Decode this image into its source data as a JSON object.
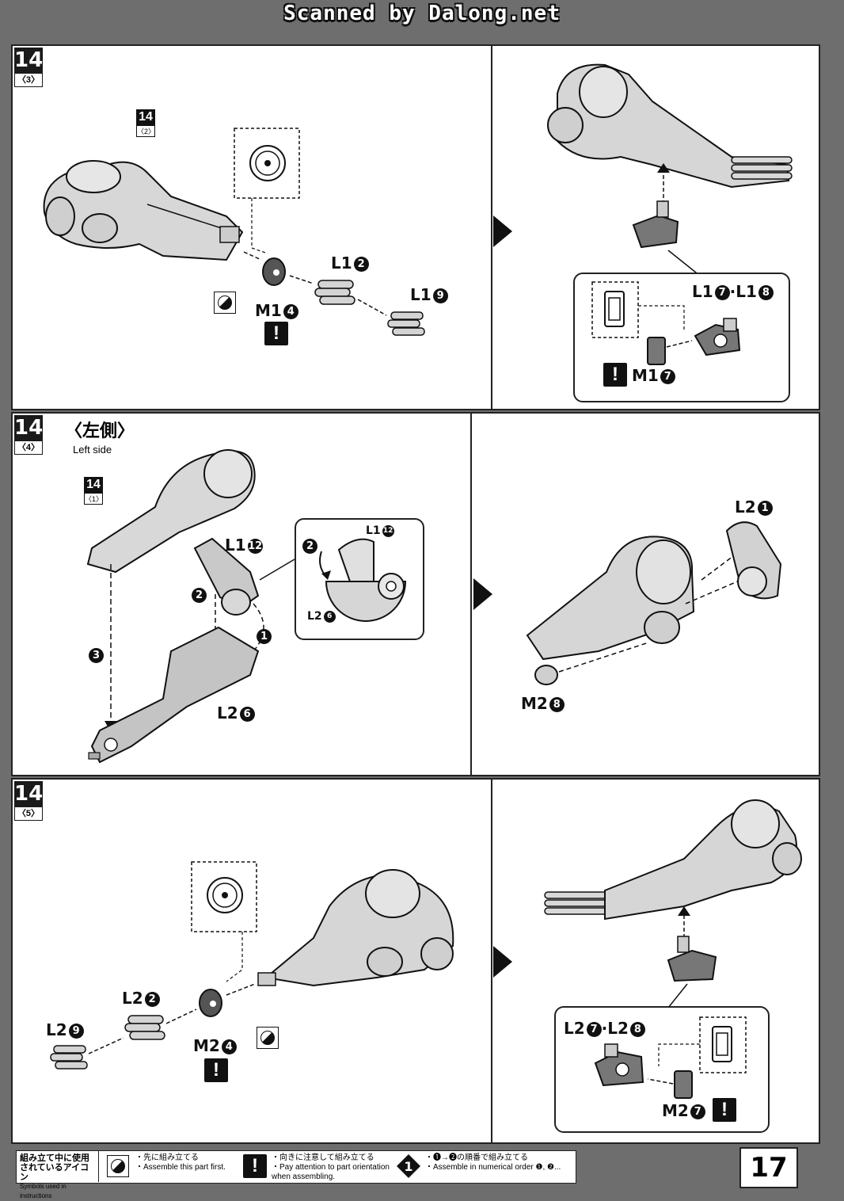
{
  "watermark": "Scanned by Dalong.net",
  "page_number": "17",
  "panels": [
    {
      "step": "14",
      "sub": "〈3〉",
      "ref_step": "14",
      "ref_sub": "〈2〉",
      "labels": {
        "l1_2": "L1",
        "l1_9": "L1",
        "m1_4": "M1",
        "l1_7_l1_8": "L1",
        "l1_8": "·L1",
        "m1_7": "M1"
      },
      "nums": {
        "n2": "2",
        "n9": "9",
        "n4": "4",
        "n7": "7",
        "n8": "8"
      }
    },
    {
      "step": "14",
      "sub": "〈4〉",
      "title_jp": "〈左側〉",
      "title_en": "Left side",
      "ref_step": "14",
      "ref_sub": "〈1〉",
      "labels": {
        "l1_12": "L1",
        "l1_12_detail": "L1",
        "l2_6": "L2",
        "l2_6_detail": "L2",
        "l2_1": "L2",
        "m2_8": "M2"
      },
      "nums": {
        "n12": "12",
        "n6": "6",
        "n1": "1",
        "n8": "8"
      },
      "order": {
        "o1": "1",
        "o2": "2",
        "o3": "3",
        "o2b": "2"
      }
    },
    {
      "step": "14",
      "sub": "〈5〉",
      "labels": {
        "l2_2": "L2",
        "l2_9": "L2",
        "m2_4": "M2",
        "l2_7": "L2",
        "l2_8": "·L2",
        "m2_7": "M2"
      },
      "nums": {
        "n2": "2",
        "n9": "9",
        "n4": "4",
        "n7": "7",
        "n8": "8"
      }
    }
  ],
  "legend": {
    "head_jp_1": "組み立て中に使用",
    "head_jp_2": "されているアイコン",
    "head_en": "Symbols used in instructions",
    "first_jp": "・先に組み立てる",
    "first_en": "・Assemble this part first.",
    "attention_jp": "・向きに注意して組み立てる",
    "attention_en_1": "・Pay attention to part orientation",
    "attention_en_2": "when assembling.",
    "order_jp": "・❶→❷の順番で組み立てる",
    "order_en": "・Assemble in numerical order ❶, ❷...",
    "order_icon": "1",
    "excl_icon": "!"
  }
}
